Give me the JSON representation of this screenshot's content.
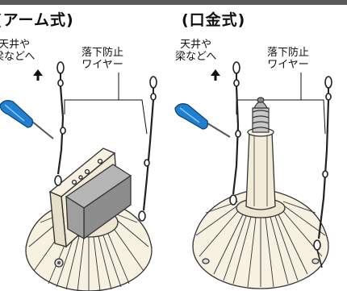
{
  "left_panel": {
    "title": "(アーム式)",
    "ceiling_label_line1": "天井や",
    "ceiling_label_line2": "梁などへ",
    "wire_label_line1": "落下防止",
    "wire_label_line2": "ワイヤー"
  },
  "right_panel": {
    "title": "(口金式)",
    "ceiling_label_line1": "天井や",
    "ceiling_label_line2": "梁などへ",
    "wire_label_line1": "落下防止",
    "wire_label_line2": "ワイヤー"
  },
  "colors": {
    "screwdriver_handle": "#1f7fd0",
    "fixture_body": "#f6f1e1",
    "fixture_lines": "#3a3a3a",
    "top_bar": "#5a5a5a"
  }
}
